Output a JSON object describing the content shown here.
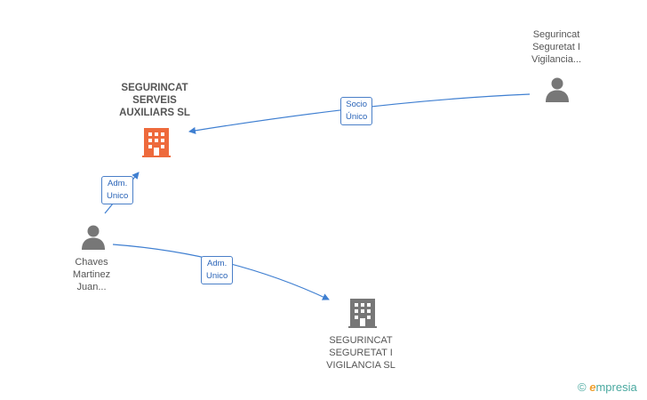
{
  "nodes": {
    "main_company": {
      "lines": [
        "SEGURINCAT",
        "SERVEIS",
        "AUXILIARS SL"
      ],
      "icon": "building-icon",
      "color": "#ee6a3c"
    },
    "sole_partner": {
      "lines": [
        "Segurincat",
        "Seguretat I",
        "Vigilancia..."
      ],
      "icon": "person-icon",
      "color": "#777777"
    },
    "administrator": {
      "lines": [
        "Chaves",
        "Martinez",
        "Juan..."
      ],
      "icon": "person-icon",
      "color": "#777777"
    },
    "other_company": {
      "lines": [
        "SEGURINCAT",
        "SEGURETAT I",
        "VIGILANCIA SL"
      ],
      "icon": "building-icon",
      "color": "#777777"
    }
  },
  "edges": {
    "socio_unico": {
      "lines": [
        "Socio",
        "Único"
      ]
    },
    "adm_unico_main": {
      "lines": [
        "Adm.",
        "Unico"
      ]
    },
    "adm_unico_other": {
      "lines": [
        "Adm.",
        "Unico"
      ]
    }
  },
  "colors": {
    "edge": "#3f7fd1",
    "edge_label_border": "#4a7fc8"
  },
  "watermark": {
    "copyright": "©",
    "brand_initial": "e",
    "brand_rest": "mpresia"
  }
}
